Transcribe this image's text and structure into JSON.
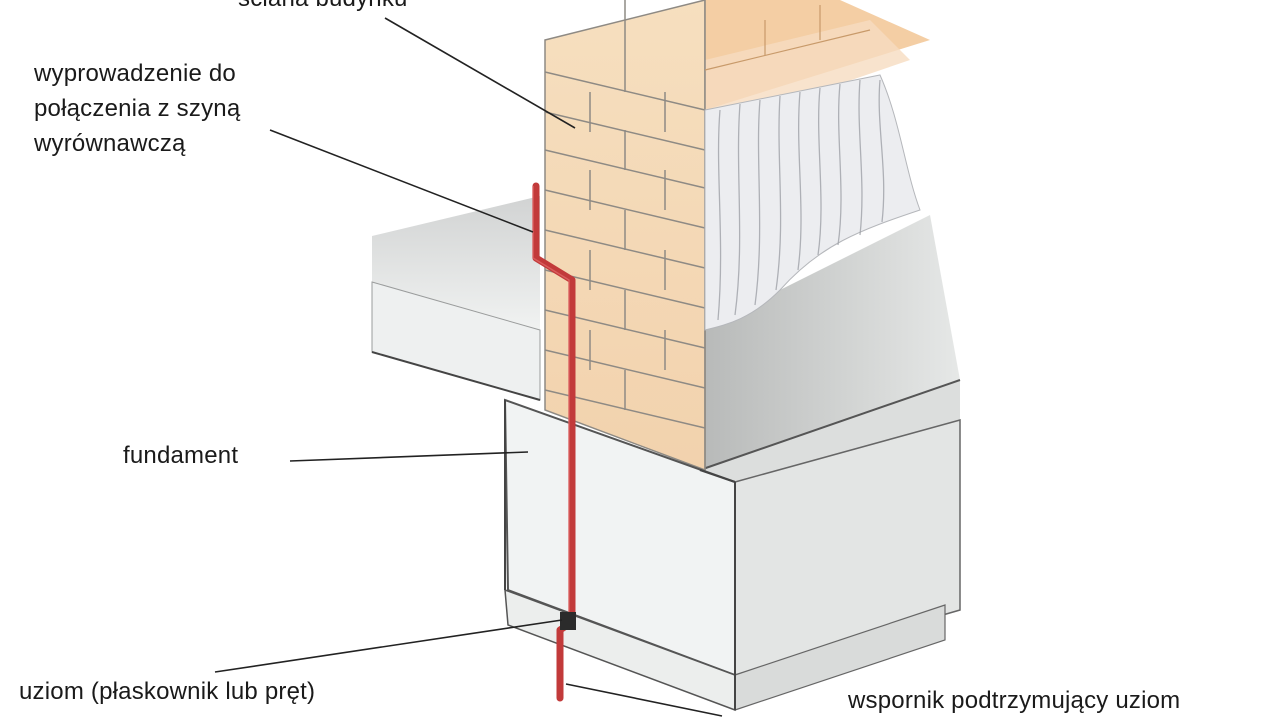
{
  "labels": {
    "wall": "ściana budynku",
    "lead_line1": "wyprowadzenie do",
    "lead_line2": "połączenia z szyną",
    "lead_line3": "wyrównawczą",
    "foundation": "fundament",
    "electrode": "uziom (płaskownik lub pręt)",
    "support": "wspornik podtrzymujący uziom"
  },
  "colors": {
    "conductor": "#c23a3a",
    "brick": "#f1d6b0",
    "plaster": "#e9e9ea",
    "concrete": "#f2f4f4",
    "leader_line": "#222222"
  }
}
